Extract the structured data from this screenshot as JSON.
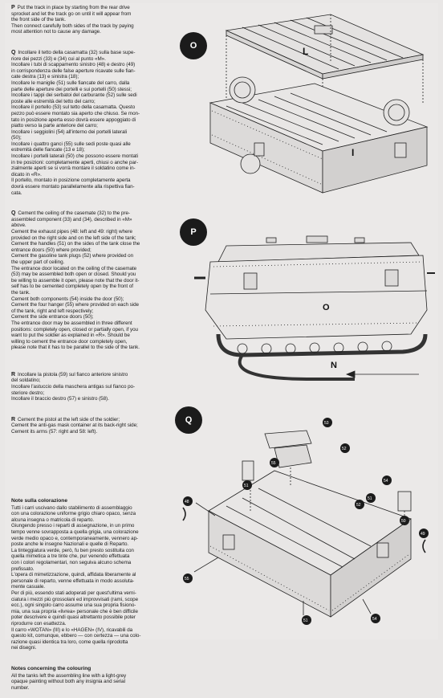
{
  "section_p": {
    "lead": "P",
    "lines": [
      "Put the track in place by starting from the rear drive",
      "sprocket and let the track go on until it will appear from",
      "the front side of the tank.",
      "Then connect carefully both sides of the track by paying",
      "most attention not to cause any damage."
    ]
  },
  "section_q_it": {
    "lead": "Q",
    "lines": [
      "Incollare il tetto della casamatta (32) sulla base supe-",
      "riore dei pezzi (33) e (34) cui al punto «M».",
      "Incollare i tubi di scappamento sinistro (48) e destro (49)",
      "in corrispondenza delle false aperture ricavate sulle fian-",
      "cate destra (13) e sinistra (18);",
      "Incollare le maniglie (51) sulle fiancate del carro, dalla",
      "parte delle aperture dei portelli e sui portelli (50) stessi;",
      "Incollare i tappi dei serbatoi del carburante (52) sulle sedi",
      "poste alle estremità del tetto del carro;",
      "Incollare il portello (53) sul tetto della casamatta. Questo",
      "pezzo può essere montato sia aperto che chiuso. Se mon-",
      "tato in posizione aperta esso dovrà essere appoggiato di",
      "piatto verso la parte anteriore del carro;",
      "Incollare i seggiolini (54) all'interno dei portelli laterali",
      "(50);",
      "Incollare i quattro ganci (55) sulle sedi poste quasi alle",
      "estremità delle fiancate (13 e 18);",
      "Incollare i portelli laterali (50) che possono essere montati",
      "in tre posizioni: completamente aperti, chiusi o anche par-",
      "zialmente aperti se si vorrà montare il soldatino come in-",
      "dicato in «R».",
      "Il portello, montato in posizione completamente aperta",
      "dovrà essere montato parallelamente alla rispettiva fian-",
      "cata."
    ]
  },
  "section_q_en": {
    "lead": "Q",
    "lines": [
      "Cement the ceiling of the casemate (32) to the pre-",
      "assembled component (33) and (34), described in «M»",
      "above.",
      "Cement the exhaust pipes (48: left and 49: right) where",
      "provided on the right side and on the left side of the tank;",
      "Cement the handles (51) on the sides of the tank close the",
      "entrance doors (50) where provided;",
      "Cement the gasoline tank plugs (52) where provided on",
      "the upper part of ceiling.",
      "The entrance door located on the ceiling of the casemate",
      "(53) may be assembled both open or closed. Should you",
      "be willing to assemble it open, please note that the door it-",
      "self has to be cemented completely open by the front of",
      "the tank.",
      "Cement both components (54) inside the door (50);",
      "Cement the four hanger (55) where provided on each side",
      "of the tank, right and left respectively;",
      "Cement the side entrance doors (50);",
      "The entrance door may be assembled in three different",
      "positions: completely open, closed or partially open, if you",
      "want to put the soldier as explained in «R». Should be",
      "willing to cement the entrance door completely open,",
      "please note that it has to be parallel to the side of the tank."
    ]
  },
  "section_r_it": {
    "lead": "R",
    "lines": [
      "Incollare la pistola (59) sul fianco anteriore sinistro",
      "del soldatino;",
      "Incollare l'astuccio della maschera antigas sul fianco po-",
      "steriore destro;",
      "Incollare il braccio destro (57) e sinistro (58)."
    ]
  },
  "section_r_en": {
    "lead": "R",
    "lines": [
      "Cement the pistol at the left side of the soldier;",
      "Cement the anti-gas mask container at its back-right side;",
      "Cement its arms (57: right and 58: left)."
    ]
  },
  "colour_it": {
    "heading": "Note sulla colorazione",
    "lines": [
      "Tutti i carri uscivano dallo stabilimento di assemblaggio",
      "con una colorazione uniforme grigio chiaro opaco, senza",
      "alcuna insegna o matricola di reparto.",
      "Giungendo presso i reparti di assegnazione, in un primo",
      "tempo venne sovrapposta a quella grigia, una colorazione",
      "verde medio opaco e, contemporaneamente, vennero ap-",
      "poste anche le insegne Nazionali e quelle di Reparto.",
      "La tinteggiatura verde, però, fu ben presto sostituita con",
      "quella mimetica a tre tinte che, pur venendo effettuata",
      "con i colori regolamentari, non seguiva alcuno schema",
      "prefissato.",
      "L'opera di mimetizzazione, quindi, affidata liberamente al",
      "personale di reparto, venne effettuata in modo assoluta-",
      "mente casuale.",
      "Per di più, essendo stati adoperati per quest'ultima verni-",
      "ciatura i mezzi più grossolani ed improvvisati (rami, scope",
      "ecc.), ogni singolo carro assume una sua propria fisiono-",
      "mia, una sua propria «livrea» personale che è ben difficile",
      "poter descrivere e quindi quasi altrettanto possibile poter",
      "riprodurre con esattezza.",
      "Il carro «WOTAN» (III) e lo «HAGEN» (IV), ricavabili da",
      "questo kit, comunque, ebbero — con certezza — una colo-",
      "razione quasi identica tra loro, come quella riprodotta",
      "nei disegni."
    ]
  },
  "colour_en": {
    "heading": "Notes concerning the colouring",
    "lines": [
      "All the tanks left the assembling line with a light-grey",
      "opaque painting without both any insignia and serial",
      "number."
    ]
  },
  "steps": {
    "o": "O",
    "p": "P",
    "q": "Q"
  },
  "labels": {
    "l": "L",
    "i": "I",
    "o_small": "O",
    "n": "N"
  },
  "parts": [
    "53",
    "52",
    "55",
    "51",
    "54",
    "50",
    "49",
    "52",
    "51",
    "48",
    "55",
    "51",
    "54"
  ],
  "colors": {
    "paper": "#ebe9e8",
    "ink": "#1b1b1b"
  }
}
